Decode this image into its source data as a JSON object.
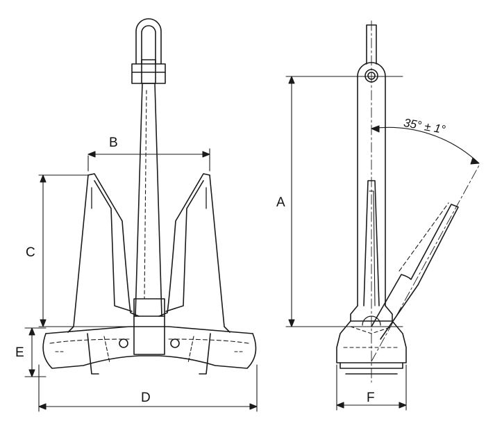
{
  "labels": {
    "a": "A",
    "b": "B",
    "c": "C",
    "d": "D",
    "e": "E",
    "f": "F",
    "angle": "35° ± 1°"
  },
  "colors": {
    "ink": "#1a1a1a",
    "background": "#ffffff"
  }
}
